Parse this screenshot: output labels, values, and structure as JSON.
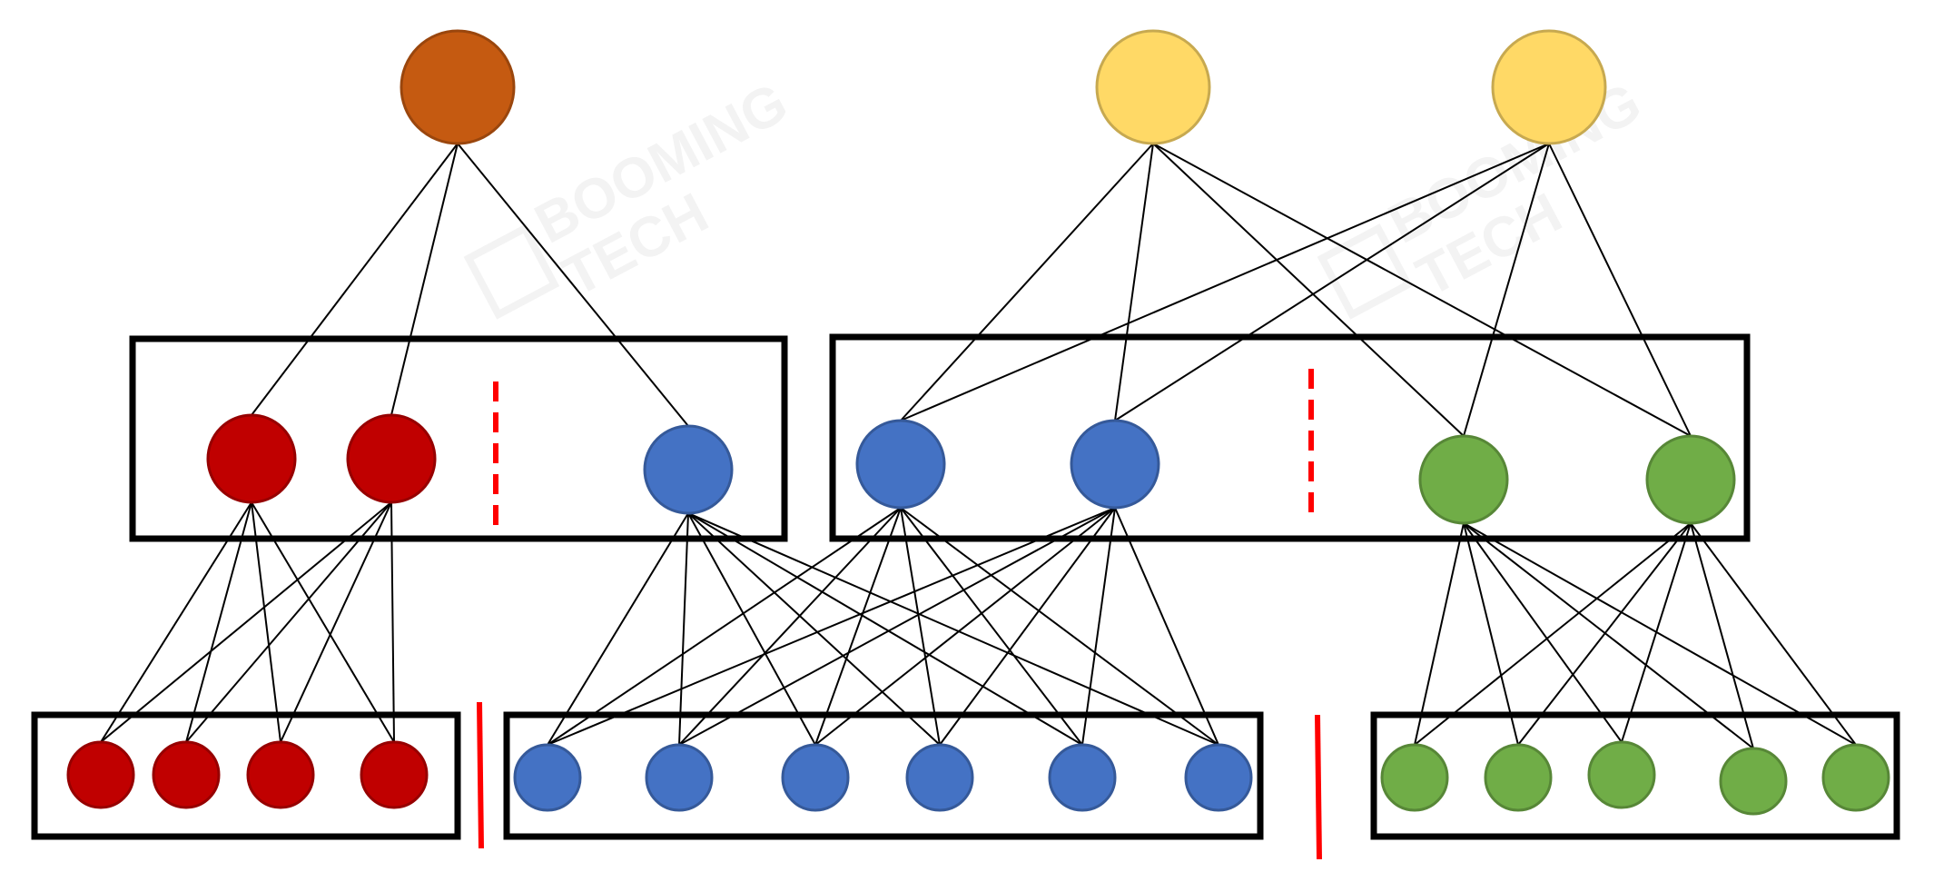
{
  "colors": {
    "orange": "#C55A11",
    "yellow": "#FFD966",
    "red": "#C00000",
    "blue": "#4472C4",
    "green": "#70AD47",
    "separator": "#FF0000",
    "box": "#000000",
    "edge": "#000000"
  },
  "watermark": {
    "brand_line1": "BOOMING",
    "brand_line2": "TECH",
    "color": "#F3F3F3"
  },
  "graph": {
    "top_nodes": [
      {
        "id": "top-orange",
        "color": "orange"
      },
      {
        "id": "top-yellow-1",
        "color": "yellow"
      },
      {
        "id": "top-yellow-2",
        "color": "yellow"
      }
    ],
    "middle_nodes": [
      {
        "id": "mid-red-1",
        "color": "red",
        "group": "middle-group-1"
      },
      {
        "id": "mid-red-2",
        "color": "red",
        "group": "middle-group-1"
      },
      {
        "id": "mid-blue-1",
        "color": "blue",
        "group": "middle-group-1"
      },
      {
        "id": "mid-blue-2",
        "color": "blue",
        "group": "middle-group-2"
      },
      {
        "id": "mid-blue-3",
        "color": "blue",
        "group": "middle-group-2"
      },
      {
        "id": "mid-green-1",
        "color": "green",
        "group": "middle-group-2"
      },
      {
        "id": "mid-green-2",
        "color": "green",
        "group": "middle-group-2"
      }
    ],
    "bottom_nodes": [
      {
        "id": "bot-red-1",
        "color": "red",
        "group": "bottom-group-red"
      },
      {
        "id": "bot-red-2",
        "color": "red",
        "group": "bottom-group-red"
      },
      {
        "id": "bot-red-3",
        "color": "red",
        "group": "bottom-group-red"
      },
      {
        "id": "bot-red-4",
        "color": "red",
        "group": "bottom-group-red"
      },
      {
        "id": "bot-blue-1",
        "color": "blue",
        "group": "bottom-group-blue"
      },
      {
        "id": "bot-blue-2",
        "color": "blue",
        "group": "bottom-group-blue"
      },
      {
        "id": "bot-blue-3",
        "color": "blue",
        "group": "bottom-group-blue"
      },
      {
        "id": "bot-blue-4",
        "color": "blue",
        "group": "bottom-group-blue"
      },
      {
        "id": "bot-blue-5",
        "color": "blue",
        "group": "bottom-group-blue"
      },
      {
        "id": "bot-blue-6",
        "color": "blue",
        "group": "bottom-group-blue"
      },
      {
        "id": "bot-green-1",
        "color": "green",
        "group": "bottom-group-green"
      },
      {
        "id": "bot-green-2",
        "color": "green",
        "group": "bottom-group-green"
      },
      {
        "id": "bot-green-3",
        "color": "green",
        "group": "bottom-group-green"
      },
      {
        "id": "bot-green-4",
        "color": "green",
        "group": "bottom-group-green"
      },
      {
        "id": "bot-green-5",
        "color": "green",
        "group": "bottom-group-green"
      }
    ],
    "edges": [
      [
        "top-orange",
        "mid-red-1"
      ],
      [
        "top-orange",
        "mid-red-2"
      ],
      [
        "top-orange",
        "mid-blue-1"
      ],
      [
        "top-yellow-1",
        "mid-blue-2"
      ],
      [
        "top-yellow-1",
        "mid-blue-3"
      ],
      [
        "top-yellow-1",
        "mid-green-1"
      ],
      [
        "top-yellow-1",
        "mid-green-2"
      ],
      [
        "top-yellow-2",
        "mid-blue-2"
      ],
      [
        "top-yellow-2",
        "mid-blue-3"
      ],
      [
        "top-yellow-2",
        "mid-green-1"
      ],
      [
        "top-yellow-2",
        "mid-green-2"
      ],
      [
        "mid-red-1",
        "bot-red-1"
      ],
      [
        "mid-red-1",
        "bot-red-2"
      ],
      [
        "mid-red-1",
        "bot-red-3"
      ],
      [
        "mid-red-1",
        "bot-red-4"
      ],
      [
        "mid-red-2",
        "bot-red-1"
      ],
      [
        "mid-red-2",
        "bot-red-2"
      ],
      [
        "mid-red-2",
        "bot-red-3"
      ],
      [
        "mid-red-2",
        "bot-red-4"
      ],
      [
        "mid-blue-1",
        "bot-blue-1"
      ],
      [
        "mid-blue-1",
        "bot-blue-2"
      ],
      [
        "mid-blue-1",
        "bot-blue-3"
      ],
      [
        "mid-blue-1",
        "bot-blue-4"
      ],
      [
        "mid-blue-1",
        "bot-blue-5"
      ],
      [
        "mid-blue-1",
        "bot-blue-6"
      ],
      [
        "mid-blue-2",
        "bot-blue-1"
      ],
      [
        "mid-blue-2",
        "bot-blue-2"
      ],
      [
        "mid-blue-2",
        "bot-blue-3"
      ],
      [
        "mid-blue-2",
        "bot-blue-4"
      ],
      [
        "mid-blue-2",
        "bot-blue-5"
      ],
      [
        "mid-blue-2",
        "bot-blue-6"
      ],
      [
        "mid-blue-3",
        "bot-blue-1"
      ],
      [
        "mid-blue-3",
        "bot-blue-2"
      ],
      [
        "mid-blue-3",
        "bot-blue-3"
      ],
      [
        "mid-blue-3",
        "bot-blue-4"
      ],
      [
        "mid-blue-3",
        "bot-blue-5"
      ],
      [
        "mid-blue-3",
        "bot-blue-6"
      ],
      [
        "mid-green-1",
        "bot-green-1"
      ],
      [
        "mid-green-1",
        "bot-green-2"
      ],
      [
        "mid-green-1",
        "bot-green-3"
      ],
      [
        "mid-green-1",
        "bot-green-4"
      ],
      [
        "mid-green-1",
        "bot-green-5"
      ],
      [
        "mid-green-2",
        "bot-green-1"
      ],
      [
        "mid-green-2",
        "bot-green-2"
      ],
      [
        "mid-green-2",
        "bot-green-3"
      ],
      [
        "mid-green-2",
        "bot-green-4"
      ],
      [
        "mid-green-2",
        "bot-green-5"
      ]
    ]
  }
}
